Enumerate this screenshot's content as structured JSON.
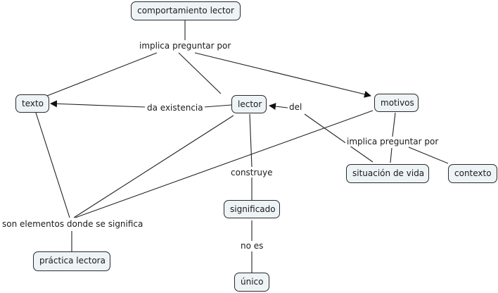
{
  "concepts": {
    "comportamiento": "comportamiento lector",
    "texto": "texto",
    "lector": "lector",
    "motivos": "motivos",
    "situacion": "situación de vida",
    "contexto": "contexto",
    "significado": "significado",
    "practica": "práctica lectora",
    "unico": "único"
  },
  "linking_phrases": {
    "implica1": "implica preguntar por",
    "da_existencia": "da existencia",
    "del": "del",
    "implica2": "implica preguntar por",
    "construye": "construye",
    "son_elementos": "son elementos donde se significa",
    "no_es": "no es"
  },
  "links": [
    {
      "from": "comportamiento",
      "via": "implica1",
      "to": [
        "texto",
        "lector",
        "motivos"
      ],
      "arrow_to": [
        "motivos"
      ]
    },
    {
      "from": "lector",
      "via": "da_existencia",
      "to": [
        "texto"
      ],
      "arrow_to": [
        "texto"
      ]
    },
    {
      "from": "situacion",
      "via": "del",
      "to": [
        "lector"
      ],
      "arrow_to": [
        "lector"
      ]
    },
    {
      "from": "motivos",
      "via": "implica2",
      "to": [
        "situacion",
        "contexto"
      ],
      "arrow_to": []
    },
    {
      "from": "lector",
      "via": "construye",
      "to": [
        "significado"
      ],
      "arrow_to": []
    },
    {
      "from": "texto",
      "via": "son_elementos",
      "to": [
        "practica"
      ],
      "arrow_to": []
    },
    {
      "from": "lector",
      "via": "son_elementos",
      "to": [
        "practica"
      ],
      "arrow_to": []
    },
    {
      "from": "motivos",
      "via": "son_elementos",
      "to": [
        "practica"
      ],
      "arrow_to": []
    },
    {
      "from": "significado",
      "via": "no_es",
      "to": [
        "unico"
      ],
      "arrow_to": []
    }
  ]
}
